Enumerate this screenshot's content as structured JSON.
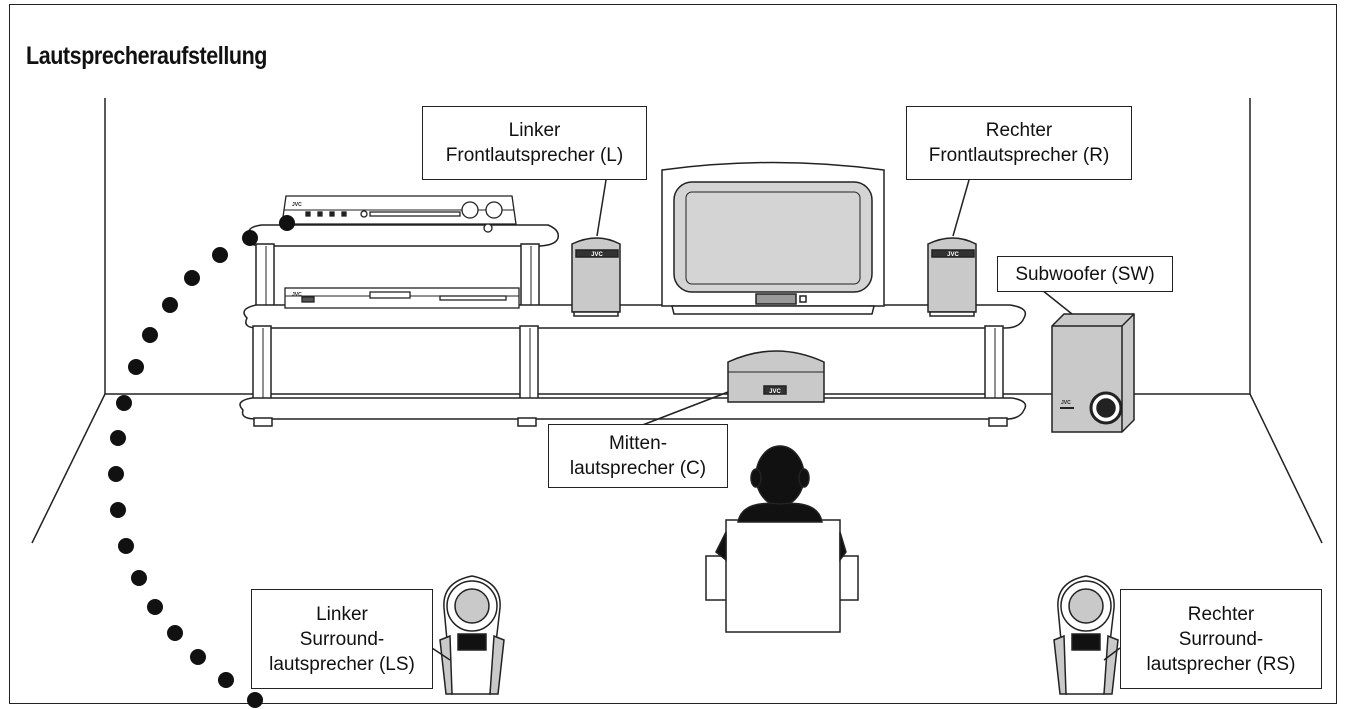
{
  "title": "Lautsprecheraufstellung",
  "labels": {
    "front_left": "Linker\nFrontlautsprecher (L)",
    "front_right": "Rechter\nFrontlautsprecher (R)",
    "subwoofer": "Subwoofer (SW)",
    "center": "Mitten-\nlautsprecher (C)",
    "surround_left": "Linker\nSurround-\nlautsprecher (LS)",
    "surround_right": "Rechter\nSurround-\nlautsprecher (RS)"
  },
  "brand": "JVC",
  "colors": {
    "outline": "#222222",
    "speaker_fill": "#c9c9c9",
    "screen_fill": "#d4d4d4",
    "dots": "#111111"
  }
}
